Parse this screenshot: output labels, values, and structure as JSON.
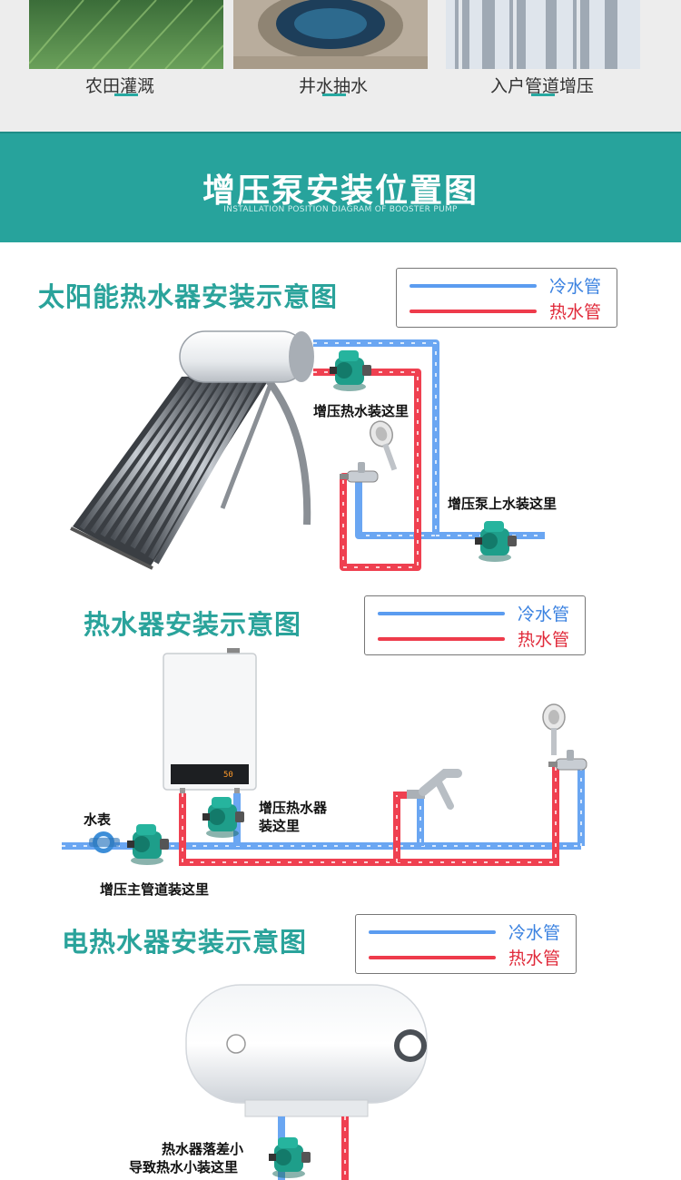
{
  "applications": [
    {
      "label": "农田灌溉",
      "icon": "farmland-photo"
    },
    {
      "label": "井水抽水",
      "icon": "well-photo"
    },
    {
      "label": "入户管道增压",
      "icon": "pipes-photo"
    }
  ],
  "banner": {
    "title": "增压泵安装位置图",
    "subtitle": "INSTALLATION POSITION DIAGRAM OF BOOSTER PUMP"
  },
  "legend": {
    "cold_label": "冷水管",
    "hot_label": "热水管"
  },
  "sections": {
    "solar": {
      "title": "太阳能热水器安装示意图",
      "callout_hot": "增压热水装这里",
      "callout_top": "增压泵上水装这里"
    },
    "gas": {
      "title": "热水器安装示意图",
      "meter_label": "水表",
      "callout_heater_line1": "增压热水器",
      "callout_heater_line2": "装这里",
      "callout_main": "增压主管道装这里",
      "display_value": "50"
    },
    "electric": {
      "title": "电热水器安装示意图",
      "callout_line1": "热水器落差小",
      "callout_line2": "导致热水小装这里"
    }
  },
  "colors": {
    "accent": "#27a39c",
    "cold": "#5b9cf0",
    "hot": "#ee3b4b",
    "pump": "#1e9e8a"
  }
}
